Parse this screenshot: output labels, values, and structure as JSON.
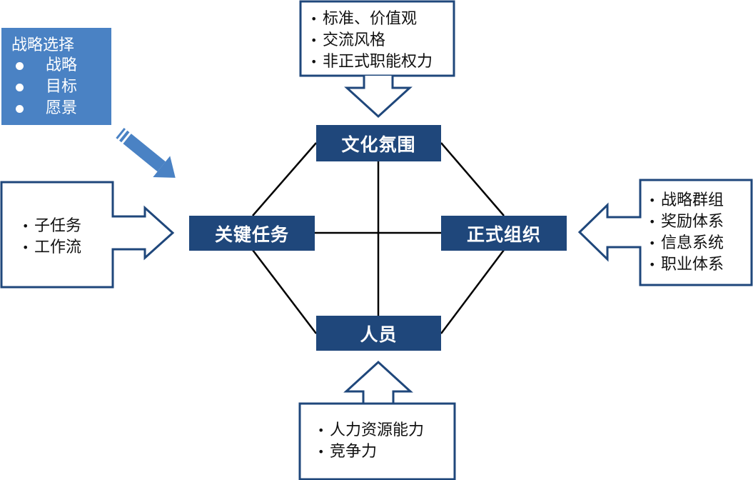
{
  "nodes": {
    "culture": "文化氛围",
    "key_tasks": "关键任务",
    "formal_org": "正式组织",
    "people": "人员"
  },
  "strategy": {
    "title": "战略选择",
    "items": [
      "战略",
      "目标",
      "愿景"
    ]
  },
  "callouts": {
    "top": [
      "标准、价值观",
      "交流风格",
      "非正式职能权力"
    ],
    "left": [
      "子任务",
      "工作流"
    ],
    "right": [
      "战略群组",
      "奖励体系",
      "信息系统",
      "职业体系"
    ],
    "bottom": [
      "人力资源能力",
      "竞争力"
    ]
  },
  "colors": {
    "node_fill": "#1f477b",
    "strategy_fill": "#4a82c4",
    "callout_border": "#1f477b",
    "connector": "#000000"
  }
}
